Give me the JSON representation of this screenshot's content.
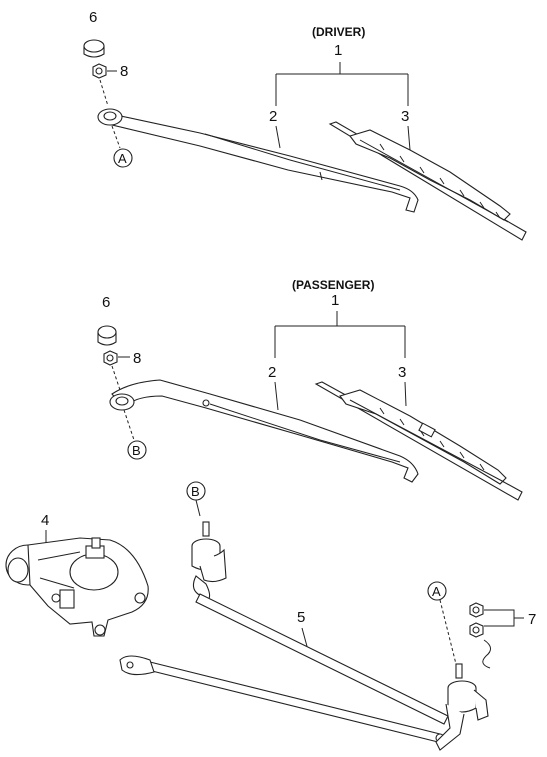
{
  "driver": {
    "header": "(DRIVER)",
    "assembly_no": "1",
    "arm_no": "2",
    "blade_no": "3",
    "cap_no": "6",
    "nut_no": "8",
    "ref_letter": "A"
  },
  "passenger": {
    "header": "(PASSENGER)",
    "assembly_no": "1",
    "arm_no": "2",
    "blade_no": "3",
    "cap_no": "6",
    "nut_no": "8",
    "ref_letter": "B"
  },
  "linkage": {
    "motor_no": "4",
    "link_no": "5",
    "nuts_no": "7",
    "pivot_b_letter": "B",
    "pivot_a_letter": "A"
  }
}
